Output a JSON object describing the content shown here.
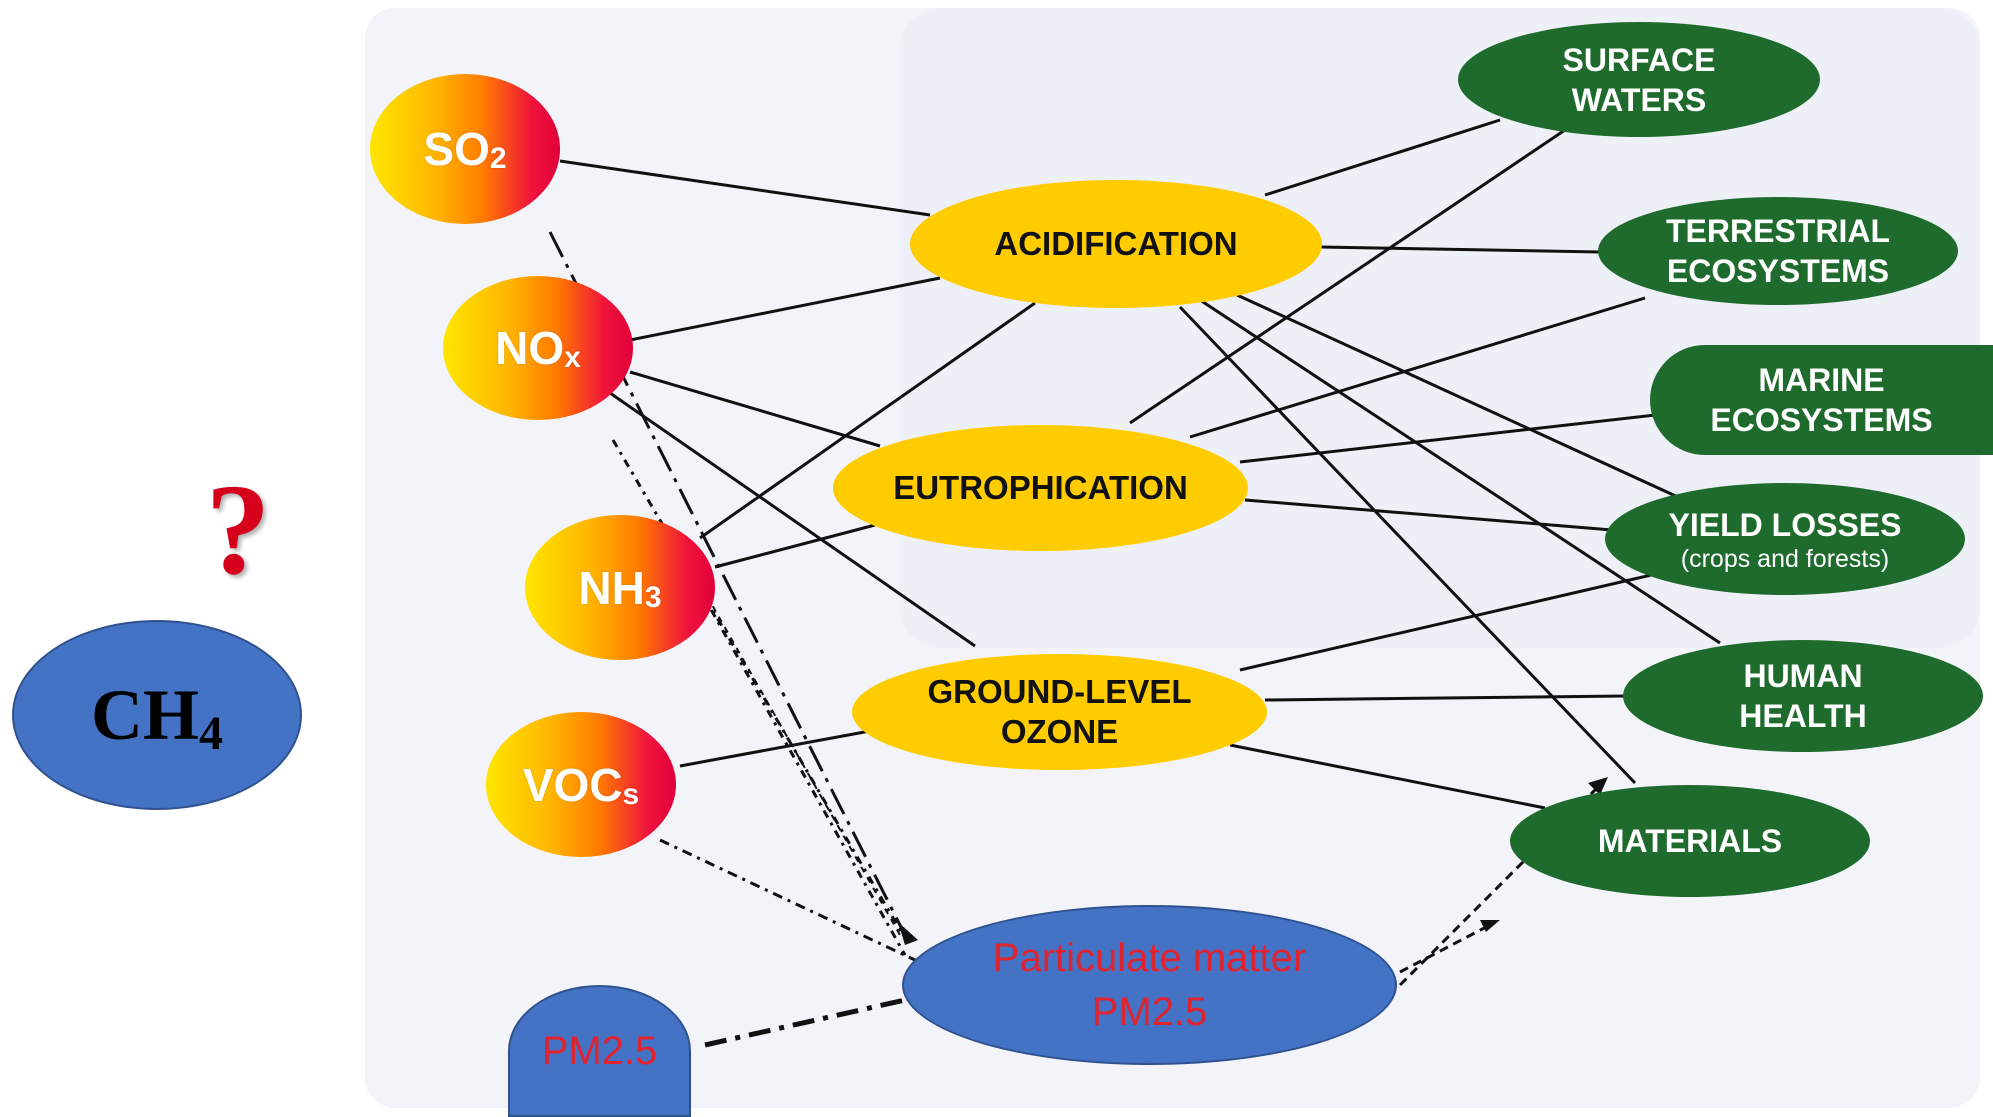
{
  "pollutants": {
    "so2": {
      "main": "SO",
      "sub": "2"
    },
    "nox": {
      "main": "NO",
      "sub": "x"
    },
    "nh3": {
      "main": "NH",
      "sub": "3"
    },
    "vocs": {
      "main": "VOC",
      "sub": "s"
    }
  },
  "processes": {
    "acidification": "ACIDIFICATION",
    "eutrophication": "EUTROPHICATION",
    "ozone_line1": "GROUND-LEVEL",
    "ozone_line2": "OZONE"
  },
  "effects": {
    "surface_waters": [
      "SURFACE",
      "WATERS"
    ],
    "terrestrial": [
      "TERRESTRIAL",
      "ECOSYSTEMS"
    ],
    "marine": [
      "MARINE",
      "ECOSYSTEMS"
    ],
    "yield_losses": "YIELD LOSSES",
    "yield_losses_note": "(crops and forests)",
    "human_health": [
      "HUMAN",
      "HEALTH"
    ],
    "materials": "MATERIALS"
  },
  "particulate": {
    "line1": "Particulate matter",
    "line2": "PM2.5"
  },
  "pm25_source": "PM2.5",
  "methane": {
    "main": "CH",
    "sub": "4"
  },
  "question_mark": "?",
  "colors": {
    "process_fill": "#ffcc00",
    "effect_fill": "#1f6b2e",
    "blue_fill": "#4472c4",
    "pm_text": "#e0232e",
    "question": "#d6001c"
  }
}
